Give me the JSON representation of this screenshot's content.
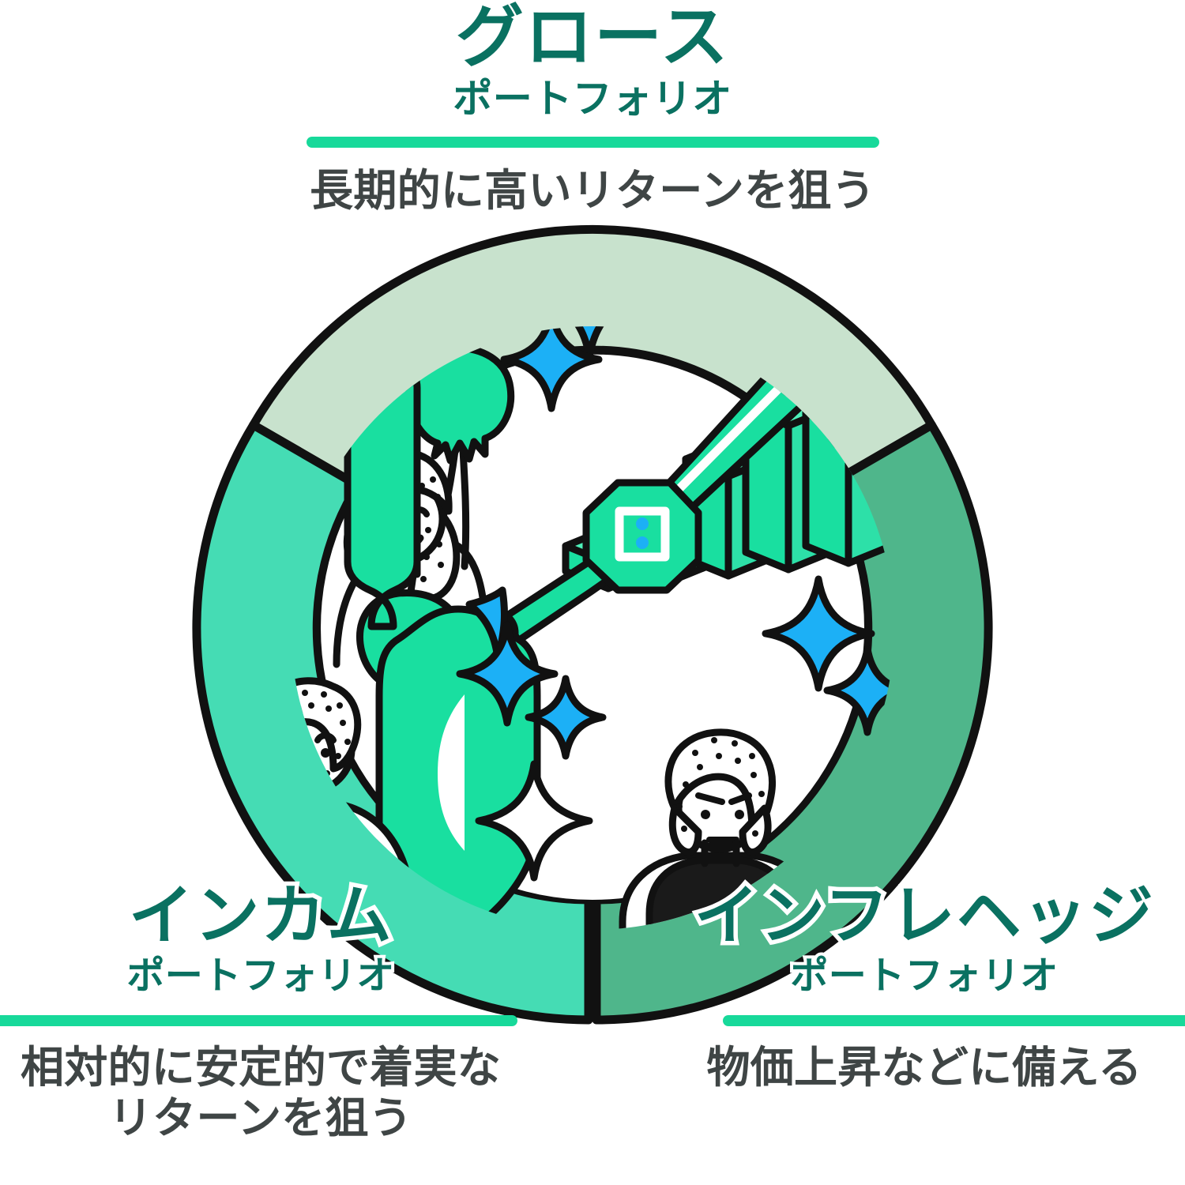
{
  "palette": {
    "heading_teal": "#0a7161",
    "rule_mint": "#17d99a",
    "caption_gray": "#3f4545",
    "ring_top": "#c8e2cd",
    "ring_left": "#45dcb4",
    "ring_right": "#4fb68b",
    "accent_mint": "#19dfa0",
    "accent_blue": "#1cb0f6",
    "outline_black": "#111111",
    "arrow_gray": "#3f4545",
    "page_background": "#ffffff"
  },
  "sections": {
    "top": {
      "title": "グロース",
      "subtitle": "ポートフォリオ",
      "caption": "長期的に高いリターンを狙う"
    },
    "bottom_left": {
      "title": "インカム",
      "subtitle": "ポートフォリオ",
      "caption": "相対的に安定的で着実な\nリターンを狙う"
    },
    "bottom_right": {
      "title": "インフレヘッジ",
      "subtitle": "ポートフォリオ",
      "caption": "物価上昇などに備える"
    }
  },
  "chart_data": {
    "type": "pie",
    "title": "ポートフォリオ構成",
    "legend_position": "outside",
    "categories": [
      "グロース ポートフォリオ",
      "インカム ポートフォリオ",
      "インフレヘッジ ポートフォリオ"
    ],
    "values": [
      33.3,
      33.3,
      33.3
    ],
    "colors": [
      "#c8e2cd",
      "#45dcb4",
      "#4fb68b"
    ],
    "annotations": [
      "長期的に高いリターンを狙う",
      "相対的に安定的で着実なリターンを狙う",
      "物価上昇などに備える"
    ],
    "donut": true,
    "inner_radius_ratio": 0.77,
    "start_angle_deg": 210,
    "grid": false
  },
  "illustration": {
    "growth_bars": {
      "name": "isometric-bar-chart",
      "bar_count": 5,
      "heights": [
        28,
        70,
        112,
        160,
        215
      ]
    },
    "icons": [
      "cheerleader-figure",
      "pom-pom",
      "rising-arrow",
      "location-pin-marker",
      "shield",
      "smiling-person",
      "worried-person",
      "bread-loaf",
      "fuel-can",
      "light-bulb",
      "sparkle"
    ],
    "sparkle_count": 8
  }
}
